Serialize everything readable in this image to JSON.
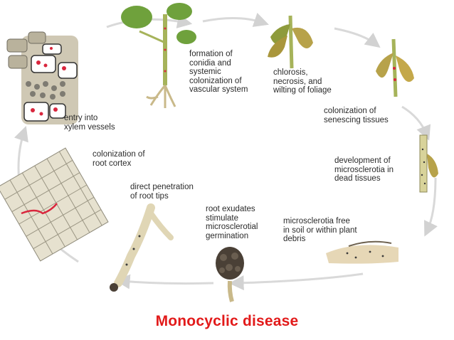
{
  "stages": {
    "conidia": "formation of\nconidia and\nsystemic\ncolonization of\nvascular system",
    "chlorosis": "chlorosis,\nnecrosis, and\nwilting of foliage",
    "senescing": "colonization of\nsenescing tissues",
    "microsclerotia_dev": "development of\nmicrosclerotia in\ndead tissues",
    "microsclerotia_free": "microsclerotia free\nin soil or within plant\ndebris",
    "exudates": "root exudates\nstimulate\nmicrosclerotial\ngermination",
    "penetration": "direct penetration\nof root tips",
    "cortex": "colonization of\nroot cortex",
    "xylem": "entry into\nxylem vessels"
  },
  "caption": "Monocyclic disease",
  "colors": {
    "caption": "#e21a1a",
    "cycle_arrow": "#d9d9d9",
    "stem": "#a6b35a",
    "leaf_healthy": "#6fa13c",
    "leaf_wilted": "#b7a24a",
    "root": "#c9b98a",
    "fungus": "#d9263d",
    "microsclerotia": "#4a4036"
  }
}
